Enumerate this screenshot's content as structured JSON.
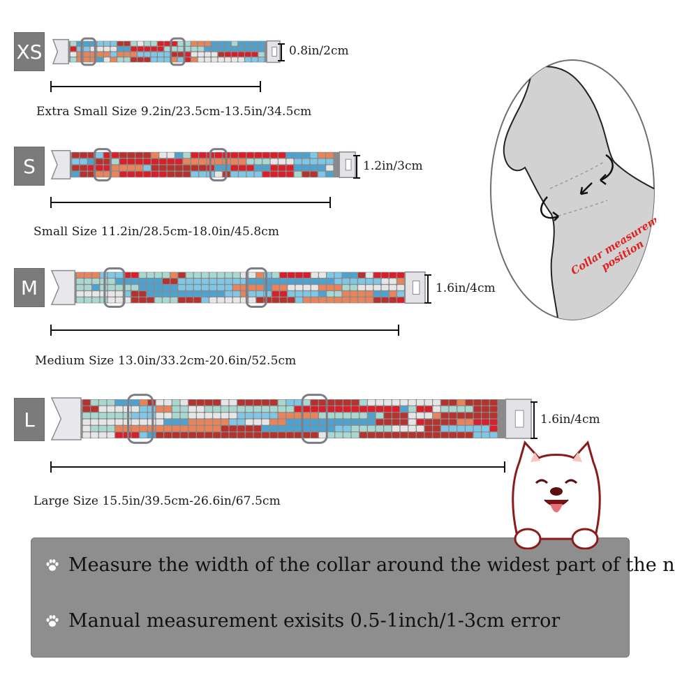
{
  "sizes": [
    {
      "badge": "XS",
      "caption": "Extra Small Size 9.2in/23.5cm-13.5in/34.5cm",
      "width": "0.8in/2cm"
    },
    {
      "badge": "S",
      "caption": "Small Size 11.2in/28.5cm-18.0in/45.8cm",
      "width": "1.2in/3cm"
    },
    {
      "badge": "M",
      "caption": "Medium Size 13.0in/33.2cm-20.6in/52.5cm",
      "width": "1.6in/4cm"
    },
    {
      "badge": "L",
      "caption": "Large Size 15.5in/39.5cm-26.6in/67.5cm",
      "width": "1.6in/4cm"
    }
  ],
  "diagram": {
    "label_line1": "Collar measurement",
    "label_line2": "position"
  },
  "tips": [
    "Measure the width of the collar around the widest part of the neck",
    "Manual measurement exisits 0.5-1inch/1-3cm error"
  ],
  "colors": {
    "beads": [
      "#d8202b",
      "#4ba3d1",
      "#e8835a",
      "#a8d8d0",
      "#e6e6e6",
      "#b5332f",
      "#7fc7e6"
    ],
    "badge": "#7b7b7b",
    "tips_bg": "#8e8e8e",
    "accent_red": "#e02020"
  },
  "icons": [
    "paw-icon",
    "buckle-icon",
    "d-ring-icon",
    "dog-silhouette-icon",
    "dog-mascot-icon"
  ]
}
